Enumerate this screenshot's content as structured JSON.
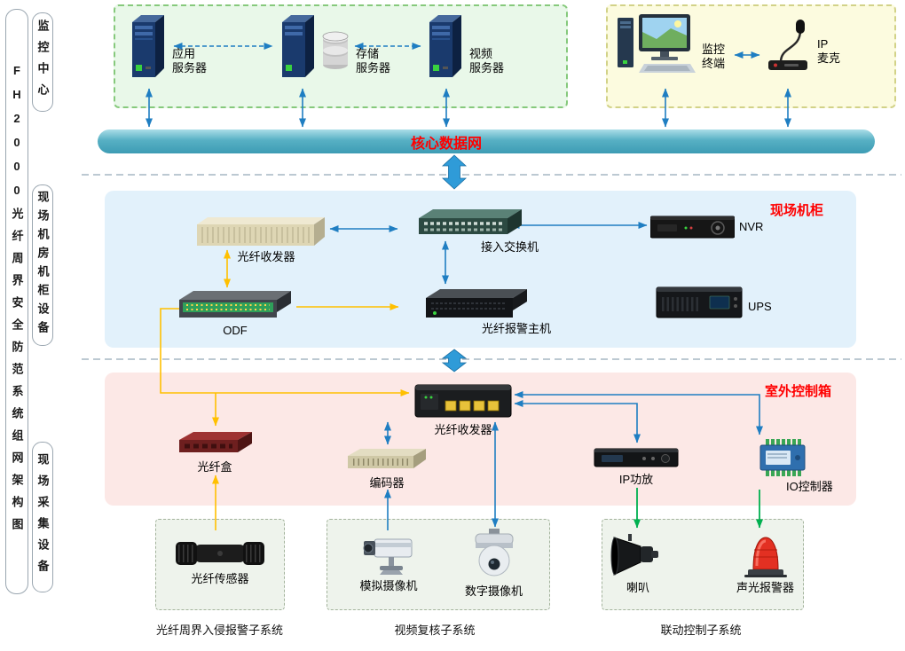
{
  "title": "FH2000光纤周界安全防范系统组网架构图",
  "side_sections": {
    "monitoring_center": "监控中心",
    "field_cabinet_room": "现场机房机柜设备",
    "field_collection": "现场采集设备"
  },
  "core_network": {
    "label": "核心数据网"
  },
  "servers": {
    "app": "应用\n服务器",
    "storage": "存储\n服务器",
    "video": "视频\n服务器"
  },
  "terminal": {
    "monitor": "监控\n终端",
    "ip_mic": "IP\n麦克"
  },
  "cabinet": {
    "zone_label": "现场机柜",
    "transceiver": "光纤收发器",
    "switch": "接入交换机",
    "nvr": "NVR",
    "odf": "ODF",
    "alarm_host": "光纤报警主机",
    "ups": "UPS"
  },
  "outdoor": {
    "zone_label": "室外控制箱",
    "transceiver": "光纤收发器",
    "fiber_box": "光纤盒",
    "encoder": "编码器",
    "amplifier": "IP功放",
    "io_controller": "IO控制器"
  },
  "devices": {
    "fiber_sensor": "光纤传感器",
    "analog_camera": "模拟摄像机",
    "digital_camera": "数字摄像机",
    "speaker": "喇叭",
    "alarm": "声光报警器"
  },
  "subsystems": {
    "fiber": "光纤周界入侵报警子系统",
    "video": "视频复核子系统",
    "linkage": "联动控制子系统"
  },
  "colors": {
    "zone_label": "#ff0000",
    "arrow_blue": "#1f7ec2",
    "arrow_yellow": "#ffc000",
    "arrow_green": "#00b050",
    "core_bar": "#57b0c4"
  }
}
